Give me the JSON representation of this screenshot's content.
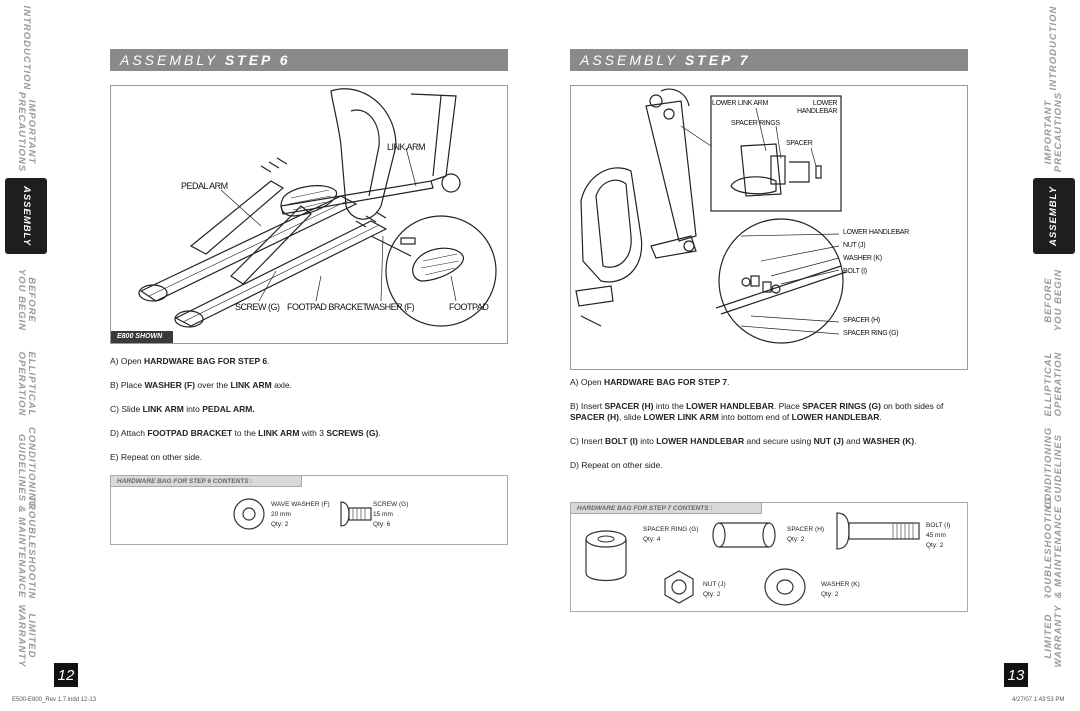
{
  "left_tabs": [
    {
      "label": "INTRODUCTION",
      "active": false
    },
    {
      "label": "IMPORTANT\nPRECAUTIONS",
      "active": false
    },
    {
      "label": "ASSEMBLY",
      "active": true
    },
    {
      "label": "BEFORE\nYOU BEGIN",
      "active": false
    },
    {
      "label": "ELLIPTICAL\nOPERATION",
      "active": false
    },
    {
      "label": "CONDITIONING\nGUIDELINES",
      "active": false
    },
    {
      "label": "TROUBLESHOOTING\n& MAINTENANCE",
      "active": false
    },
    {
      "label": "LIMITED\nWARRANTY",
      "active": false
    }
  ],
  "right_tabs": [
    {
      "label": "INTRODUCTION",
      "active": false
    },
    {
      "label": "IMPORTANT\nPRECAUTIONS",
      "active": false
    },
    {
      "label": "ASSEMBLY",
      "active": true
    },
    {
      "label": "BEFORE\nYOU BEGIN",
      "active": false
    },
    {
      "label": "ELLIPTICAL\nOPERATION",
      "active": false
    },
    {
      "label": "CONDITIONING\nGUIDELINES",
      "active": false
    },
    {
      "label": "TROUBLESHOOTING\n& MAINTENANCE",
      "active": false
    },
    {
      "label": "LIMITED\nWARRANTY",
      "active": false
    }
  ],
  "left_page": {
    "header_prefix": "ASSEMBLY",
    "header_step": "STEP 6",
    "figure_labels": {
      "link_arm": "LINK ARM",
      "pedal_arm": "PEDAL ARM",
      "screw": "SCREW (G)",
      "footpad_bracket": "FOOTPAD BRACKET",
      "washer": "WASHER (F)",
      "footpad": "FOOTPAD",
      "shown": "E800 SHOWN"
    },
    "steps": {
      "a_pre": "A) Open ",
      "a_b1": "HARDWARE BAG FOR STEP 6",
      "a_post": ".",
      "b_pre": "B) Place ",
      "b_b1": "WASHER (F)",
      "b_mid": " over the ",
      "b_b2": "LINK ARM",
      "b_post": " axle.",
      "c_pre": "C) Slide ",
      "c_b1": "LINK ARM",
      "c_mid": " into ",
      "c_b2": "PEDAL ARM.",
      "d_pre": "D) Attach ",
      "d_b1": "FOOTPAD BRACKET",
      "d_mid": " to the ",
      "d_b2": "LINK ARM",
      "d_mid2": " with 3 ",
      "d_b3": "SCREWS (G)",
      "d_post": ".",
      "e": "E) Repeat on other side."
    },
    "hardware": {
      "title": "HARDWARE BAG FOR STEP  6 CONTENTS :",
      "washer_name": "WAVE WASHER (F)",
      "washer_size": "20 mm",
      "washer_qty": "Qty: 2",
      "screw_name": "SCREW (G)",
      "screw_size": "15 mm",
      "screw_qty": "Qty: 6"
    },
    "page_number": "12",
    "footer": "E500-E800_Rev 1.7.indd   12-13"
  },
  "right_page": {
    "header_prefix": "ASSEMBLY",
    "header_step": "STEP 7",
    "figure_labels": {
      "lower_link_arm": "LOWER LINK ARM",
      "lower_handlebar_top": "LOWER\nHANDLEBAR",
      "spacer_rings": "SPACER RINGS",
      "spacer": "SPACER",
      "lower_handlebar": "LOWER HANDLEBAR",
      "nut": "NUT (J)",
      "washer": "WASHER (K)",
      "bolt": "BOLT (I)",
      "spacer_h": "SPACER (H)",
      "spacer_ring_g": "SPACER RING (G)"
    },
    "steps": {
      "a_pre": "A) Open ",
      "a_b1": "HARDWARE BAG FOR STEP 7",
      "a_post": ".",
      "b_pre": "B) Insert ",
      "b_b1": "SPACER (H)",
      "b_mid": " into the ",
      "b_b2": "LOWER HANDLEBAR",
      "b_mid2": ". Place ",
      "b_b3": "SPACER RINGS (G)",
      "b_mid3": " on both sides of ",
      "b_b4": "SPACER (H)",
      "b_mid4": ", slide ",
      "b_b5": "LOWER LINK ARM",
      "b_mid5": " into bottom end of ",
      "b_b6": "LOWER HANDLEBAR",
      "b_post": ".",
      "c_pre": "C) Insert ",
      "c_b1": "BOLT (I)",
      "c_mid": " into ",
      "c_b2": "LOWER HANDLEBAR",
      "c_mid2": " and secure using ",
      "c_b3": "NUT (J)",
      "c_mid3": " and ",
      "c_b4": "WASHER (K)",
      "c_post": ".",
      "d": "D) Repeat on other side."
    },
    "hardware": {
      "title": "HARDWARE BAG FOR STEP  7 CONTENTS :",
      "ring_name": "SPACER RING (G)",
      "ring_qty": "Qty: 4",
      "spacer_name": "SPACER (H)",
      "spacer_qty": "Qty: 2",
      "bolt_name": "BOLT (I)",
      "bolt_size": "45 mm",
      "bolt_qty": "Qty: 2",
      "nut_name": "NUT (J)",
      "nut_qty": "Qty: 2",
      "washer_name": "WASHER (K)",
      "washer_qty": "Qty: 2"
    },
    "page_number": "13",
    "footer": "4/27/07   1:43:53 PM"
  }
}
